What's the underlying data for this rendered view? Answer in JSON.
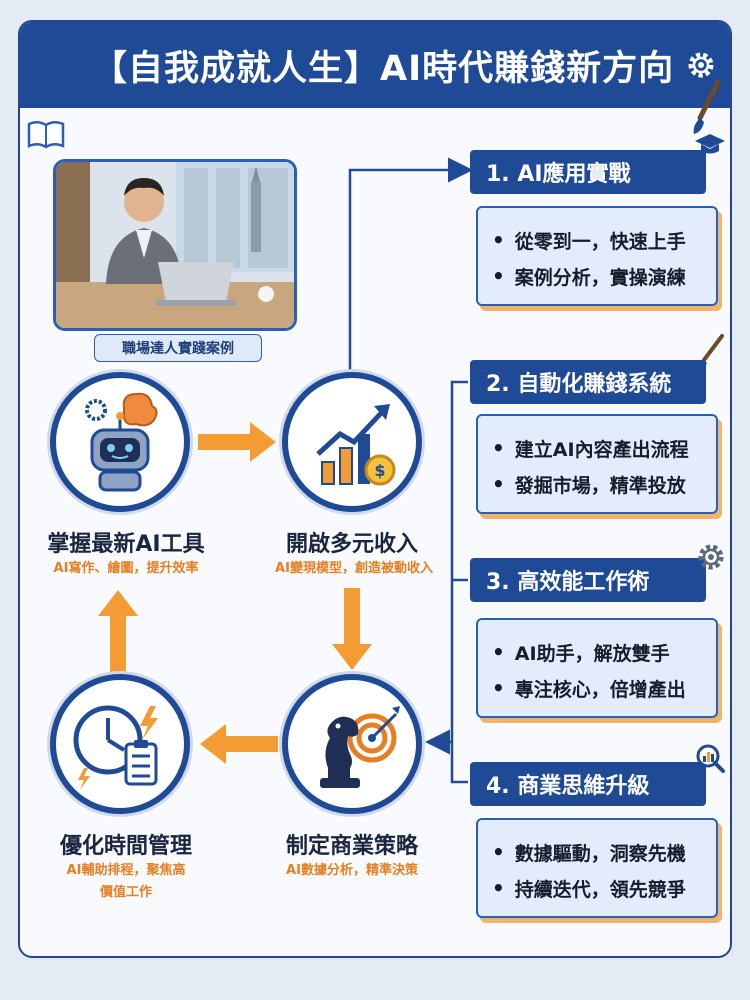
{
  "header": {
    "title": "【自我成就人生】AI時代賺錢新方向"
  },
  "photo": {
    "caption": "職場達人實踐案例"
  },
  "nodes": {
    "tools": {
      "title": "掌握最新AI工具",
      "subtitle": "AI寫作、繪圖，提升效率"
    },
    "income": {
      "title": "開啟多元收入",
      "subtitle": "AI變現模型，創造被動收入"
    },
    "strategy": {
      "title": "制定商業策略",
      "subtitle": "AI數據分析，精準決策"
    },
    "time": {
      "title": "優化時間管理",
      "subtitle_line1": "AI輔助排程，聚焦高",
      "subtitle_line2": "價值工作"
    }
  },
  "sections": [
    {
      "title": "1. AI應用實戰",
      "bullets": [
        "從零到一，快速上手",
        "案例分析，實操演練"
      ]
    },
    {
      "title": "2. 自動化賺錢系統",
      "bullets": [
        "建立AI內容產出流程",
        "發掘市場，精準投放"
      ]
    },
    {
      "title": "3. 高效能工作術",
      "bullets": [
        "AI助手，解放雙手",
        "專注核心，倍增產出"
      ]
    },
    {
      "title": "4. 商業思維升級",
      "bullets": [
        "數據驅動，洞察先機",
        "持續迭代，領先競爭"
      ]
    }
  ],
  "colors": {
    "primary": "#1f4a96",
    "accent": "#f39c33",
    "box": "#e3ecfa"
  }
}
